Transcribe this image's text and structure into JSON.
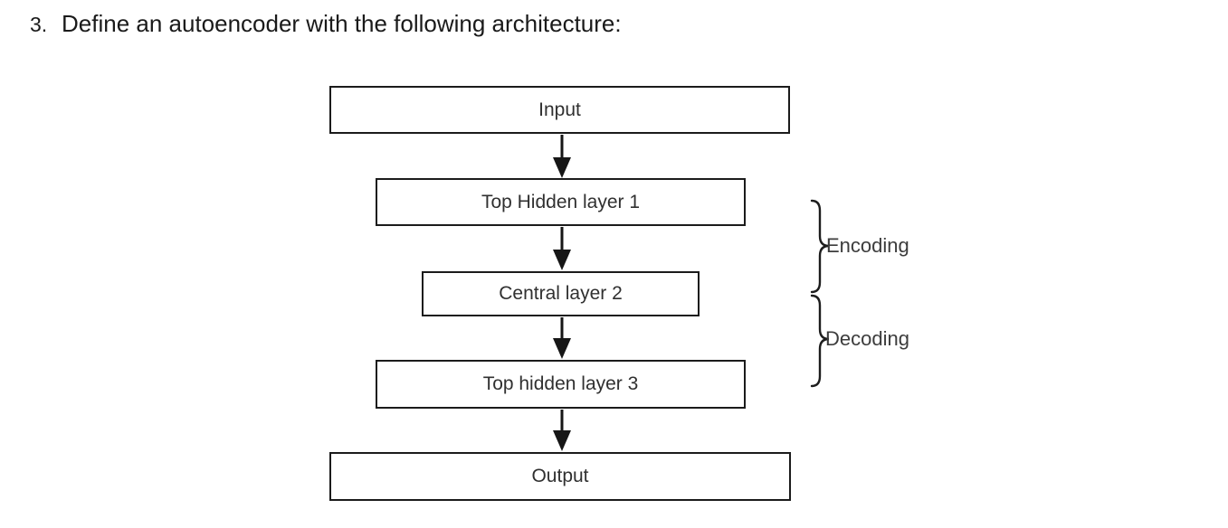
{
  "title": {
    "number": "3.",
    "text": "Define an autoencoder with the following architecture:"
  },
  "diagram": {
    "nodes": [
      {
        "id": "input",
        "label": "Input"
      },
      {
        "id": "hidden1",
        "label": "Top Hidden layer 1"
      },
      {
        "id": "central",
        "label": "Central layer 2"
      },
      {
        "id": "hidden3",
        "label": "Top hidden layer 3"
      },
      {
        "id": "output",
        "label": "Output"
      }
    ],
    "edges": [
      {
        "from": "input",
        "to": "hidden1"
      },
      {
        "from": "hidden1",
        "to": "central"
      },
      {
        "from": "central",
        "to": "hidden3"
      },
      {
        "from": "hidden3",
        "to": "output"
      }
    ],
    "annotations": [
      {
        "label": "Encoding",
        "from": "hidden1",
        "to": "central"
      },
      {
        "label": "Decoding",
        "from": "central",
        "to": "hidden3"
      }
    ],
    "colors": {
      "background": "#ffffff",
      "box_border": "#1b1b1b",
      "box_fill": "#ffffff",
      "box_text": "#303030",
      "arrow": "#161616",
      "brace": "#1d1d1d",
      "annotation_text": "#3c3c3c",
      "title_text": "#1a1a1a"
    }
  }
}
